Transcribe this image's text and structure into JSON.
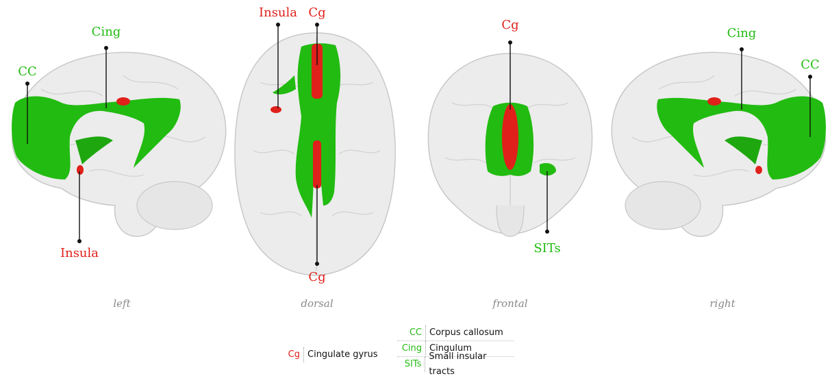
{
  "colors": {
    "green": "#22bb11",
    "red": "#e0201a",
    "brain": "#ececec",
    "brain_stroke": "#c8c8c8",
    "line": "#111111"
  },
  "views": {
    "left": {
      "caption": "left",
      "labels": {
        "cing": "Cing",
        "cc": "CC",
        "insula": "Insula"
      }
    },
    "dorsal": {
      "caption": "dorsal",
      "labels": {
        "insula": "Insula",
        "cg_top": "Cg",
        "cg_bottom": "Cg"
      }
    },
    "frontal": {
      "caption": "frontal",
      "labels": {
        "cg": "Cg",
        "sits": "SITs"
      }
    },
    "right": {
      "caption": "right",
      "labels": {
        "cing": "Cing",
        "cc": "CC"
      }
    }
  },
  "legend": {
    "red_items": [
      {
        "abbr": "Cg",
        "desc": "Cingulate gyrus"
      }
    ],
    "green_items": [
      {
        "abbr": "CC",
        "desc": "Corpus callosum"
      },
      {
        "abbr": "Cing",
        "desc": "Cingulum"
      },
      {
        "abbr": "SITs",
        "desc": "Small insular tracts"
      }
    ]
  }
}
